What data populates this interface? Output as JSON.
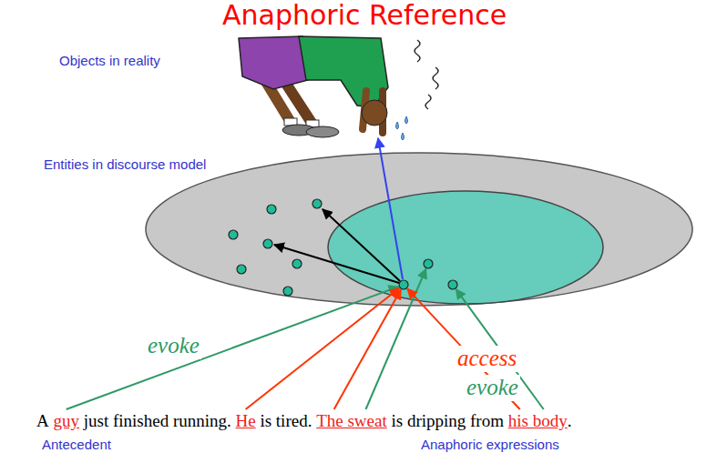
{
  "diagram": {
    "title": "Anaphoric Reference",
    "labels": [
      "Objects in reality",
      "Entities in discourse model",
      "evoke",
      "access",
      "evoke",
      "A",
      "guy",
      "just finished running.",
      "He",
      "is tired.",
      "The sweat",
      "is dripping from",
      "his body",
      ".",
      "Antecedent",
      "Anaphoric expressions"
    ]
  }
}
